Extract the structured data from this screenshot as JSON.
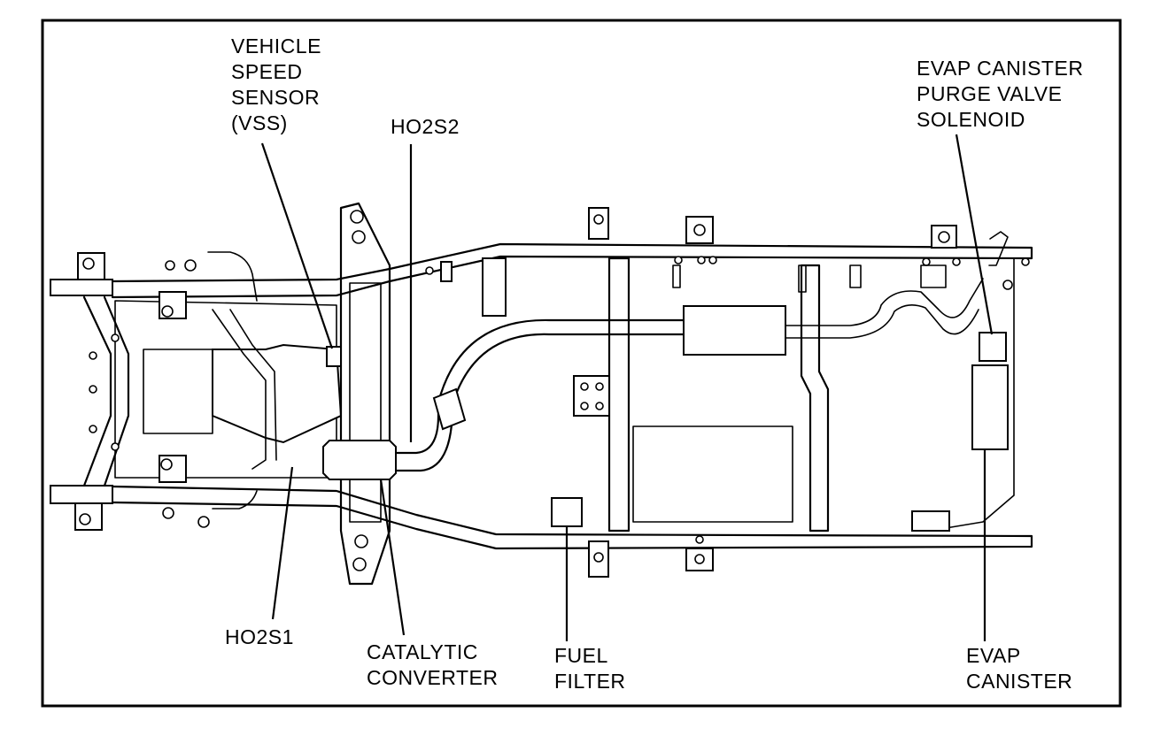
{
  "labels": {
    "vss": [
      "VEHICLE",
      "SPEED",
      "SENSOR",
      "(VSS)"
    ],
    "ho2s2": [
      "HO2S2"
    ],
    "purge_valve": [
      "EVAP CANISTER",
      "PURGE VALVE",
      "SOLENOID"
    ],
    "ho2s1": [
      "HO2S1"
    ],
    "catalytic_converter": [
      "CATALYTIC",
      "CONVERTER"
    ],
    "fuel_filter": [
      "FUEL",
      "FILTER"
    ],
    "evap_canister": [
      "EVAP",
      "CANISTER"
    ]
  }
}
